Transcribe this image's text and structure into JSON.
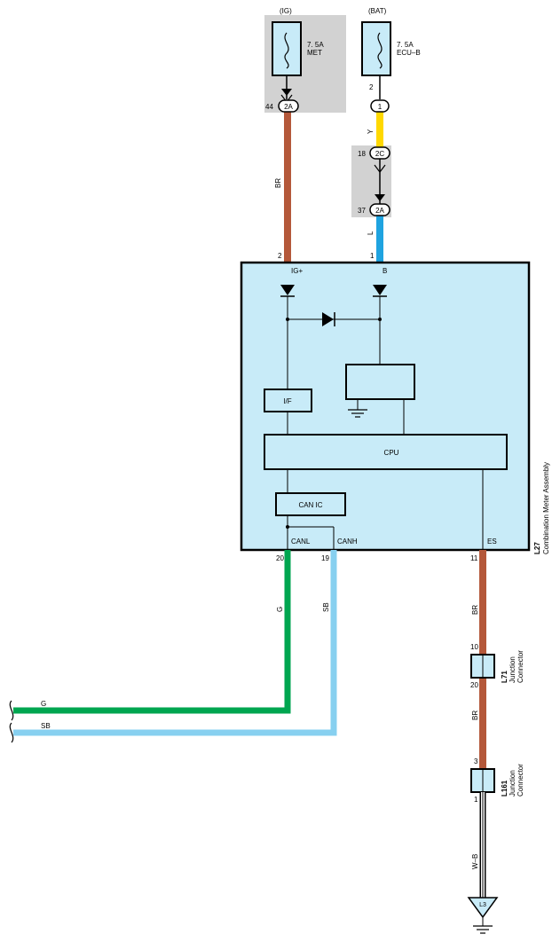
{
  "sources": {
    "ig": {
      "name": "(IG)",
      "rating": "7. 5A",
      "fuse": "MET"
    },
    "bat": {
      "name": "(BAT)",
      "rating": "7. 5A",
      "fuse": "ECU–B"
    }
  },
  "connectors": {
    "c44": {
      "pin": "44",
      "code": "2A"
    },
    "c2_bat": {
      "pin": "2",
      "code": "1"
    },
    "c18": {
      "pin": "18",
      "code": "2C"
    },
    "c37": {
      "pin": "37",
      "code": "2A"
    }
  },
  "wires": {
    "br_top": "BR",
    "y_top": "Y",
    "l_mid": "L",
    "g_left": "G",
    "sb_left": "SB",
    "g_bottom": "G",
    "sb_bottom": "SB",
    "br_bottom1": "BR",
    "br_bottom2": "BR",
    "wb_bottom": "W–B"
  },
  "meter": {
    "pin_ig": "2",
    "pin_b": "1",
    "label_ig": "IG+",
    "label_b": "B",
    "if_label": "I/F",
    "cpu_label": "CPU",
    "can_label": "CAN IC",
    "canl": "CANL",
    "canh": "CANH",
    "es": "ES",
    "pin_canl": "20",
    "pin_canh": "19",
    "pin_es": "11",
    "code": "L27",
    "name": "Combination Meter Assembly"
  },
  "junction1": {
    "code": "L71",
    "name1": "Junction",
    "name2": "Connector",
    "pin_top": "10",
    "pin_bottom": "20"
  },
  "junction2": {
    "code": "L161",
    "name1": "Junction",
    "name2": "Connector",
    "pin_top": "3",
    "pin_bottom": "1"
  },
  "ground": {
    "code": "L3"
  },
  "colors": {
    "brown": "#b4583a",
    "yellow": "#ffd800",
    "blue": "#1fa3e0",
    "skyblue": "#87d0f0",
    "green": "#00a650",
    "panel": "#c8ebf8",
    "shade": "#d2d2d2"
  }
}
